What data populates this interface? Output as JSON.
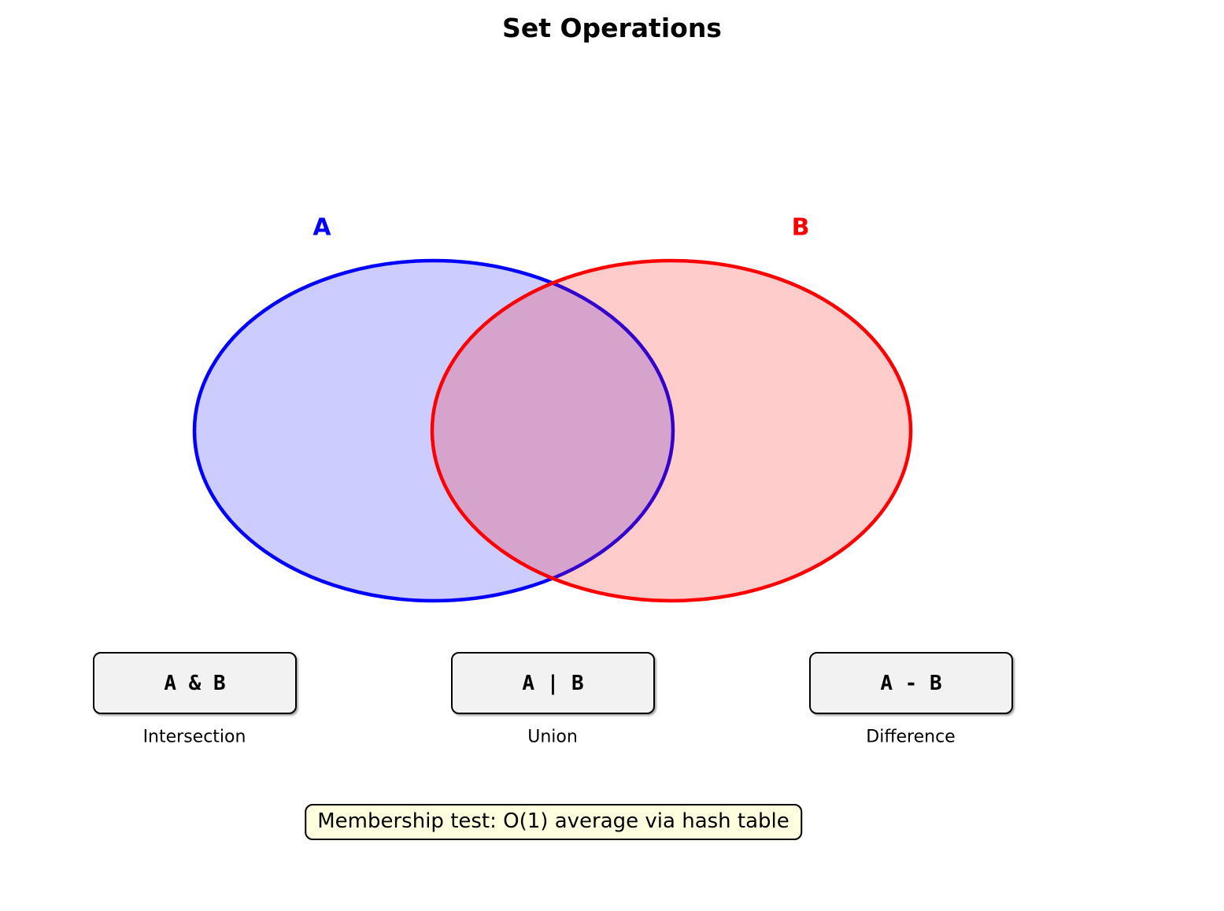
{
  "title": "Set Operations",
  "venn": {
    "set_a_label": "A",
    "set_b_label": "B"
  },
  "colors": {
    "set_a_stroke": "#0000ff",
    "set_b_stroke": "#ff0000",
    "set_a_fill_on_white": "#ccccff",
    "set_b_fill_on_white": "#ffcccc",
    "overlap_fill": "#d6a3cc",
    "op_box_fill": "#f2f2f2",
    "note_fill": "#ffffe0"
  },
  "operations": [
    {
      "expression": "A & B",
      "name": "Intersection"
    },
    {
      "expression": "A | B",
      "name": "Union"
    },
    {
      "expression": "A - B",
      "name": "Difference"
    }
  ],
  "note": "Membership test: O(1) average via hash table"
}
